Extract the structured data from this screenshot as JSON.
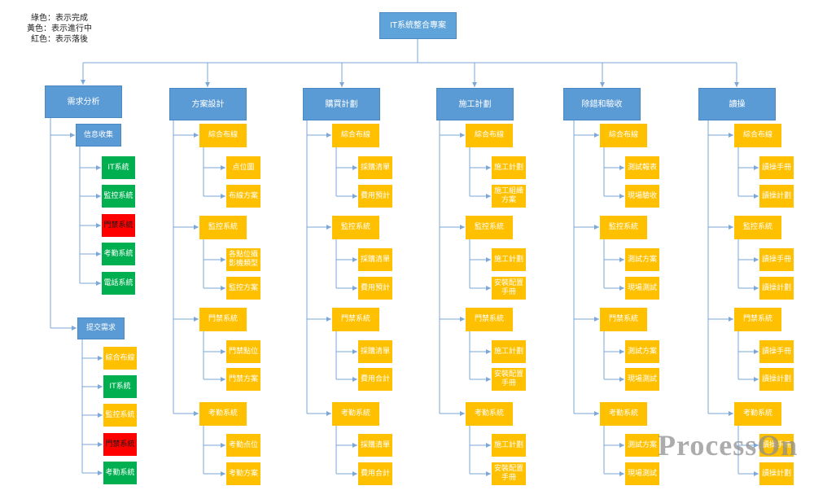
{
  "legend": {
    "done": "綠色：表示完成",
    "in_progress": "黃色：表示進行中",
    "late": "紅色：表示落後"
  },
  "colors": {
    "done": "#00B050",
    "in_progress": "#FFC000",
    "late": "#FF0000",
    "node": "#5B9BD5",
    "connector": "#7BA7D9"
  },
  "root": {
    "label": "IT系統整合專案",
    "fill": "#5EA3DA"
  },
  "branches": [
    {
      "label": "需求分析",
      "fill": "#5B9BD5",
      "groups": [
        {
          "label": "信息收集",
          "fill": "#5B9BD5",
          "items": [
            {
              "label": "IT系統",
              "fill": "#00B050"
            },
            {
              "label": "監控系統",
              "fill": "#00B050"
            },
            {
              "label": "門禁系統",
              "fill": "#FF0000"
            },
            {
              "label": "考勤系統",
              "fill": "#00B050"
            },
            {
              "label": "電話系統",
              "fill": "#00B050"
            }
          ]
        },
        {
          "label": "提交需求",
          "fill": "#5B9BD5",
          "items": [
            {
              "label": "綜合布線",
              "fill": "#FFC000"
            },
            {
              "label": "IT系統",
              "fill": "#00B050"
            },
            {
              "label": "監控系統",
              "fill": "#FFC000"
            },
            {
              "label": "門禁系統",
              "fill": "#FF0000"
            },
            {
              "label": "考勤系統",
              "fill": "#00B050"
            }
          ]
        }
      ]
    },
    {
      "label": "方案設計",
      "fill": "#5B9BD5",
      "groups": [
        {
          "label": "綜合布線",
          "fill": "#FFC000",
          "items": [
            {
              "label": "点位圖",
              "fill": "#FFC000"
            },
            {
              "label": "布線方案",
              "fill": "#FFC000"
            }
          ]
        },
        {
          "label": "監控系統",
          "fill": "#FFC000",
          "items": [
            {
              "label": "各點位攝影機類型",
              "fill": "#FFC000"
            },
            {
              "label": "監控方案",
              "fill": "#FFC000"
            }
          ]
        },
        {
          "label": "門禁系統",
          "fill": "#FFC000",
          "items": [
            {
              "label": "門禁點位",
              "fill": "#FFC000"
            },
            {
              "label": "門禁方案",
              "fill": "#FFC000"
            }
          ]
        },
        {
          "label": "考勤系統",
          "fill": "#FFC000",
          "items": [
            {
              "label": "考勤点位",
              "fill": "#FFC000"
            },
            {
              "label": "考勤方案",
              "fill": "#FFC000"
            }
          ]
        }
      ]
    },
    {
      "label": "購買計劃",
      "fill": "#5B9BD5",
      "groups": [
        {
          "label": "綜合布線",
          "fill": "#FFC000",
          "items": [
            {
              "label": "採購清單",
              "fill": "#FFC000"
            },
            {
              "label": "費用預計",
              "fill": "#FFC000"
            }
          ]
        },
        {
          "label": "監控系統",
          "fill": "#FFC000",
          "items": [
            {
              "label": "採購清單",
              "fill": "#FFC000"
            },
            {
              "label": "費用預計",
              "fill": "#FFC000"
            }
          ]
        },
        {
          "label": "門禁系統",
          "fill": "#FFC000",
          "items": [
            {
              "label": "採購清單",
              "fill": "#FFC000"
            },
            {
              "label": "費用合計",
              "fill": "#FFC000"
            }
          ]
        },
        {
          "label": "考勤系統",
          "fill": "#FFC000",
          "items": [
            {
              "label": "採購清單",
              "fill": "#FFC000"
            },
            {
              "label": "費用合計",
              "fill": "#FFC000"
            }
          ]
        }
      ]
    },
    {
      "label": "施工計劃",
      "fill": "#5B9BD5",
      "groups": [
        {
          "label": "綜合布線",
          "fill": "#FFC000",
          "items": [
            {
              "label": "施工計劃",
              "fill": "#FFC000"
            },
            {
              "label": "施工組織方案",
              "fill": "#FFC000"
            }
          ]
        },
        {
          "label": "監控系統",
          "fill": "#FFC000",
          "items": [
            {
              "label": "施工計劃",
              "fill": "#FFC000"
            },
            {
              "label": "安裝配置手冊",
              "fill": "#FFC000"
            }
          ]
        },
        {
          "label": "門禁系統",
          "fill": "#FFC000",
          "items": [
            {
              "label": "施工計劃",
              "fill": "#FFC000"
            },
            {
              "label": "安裝配置手冊",
              "fill": "#FFC000"
            }
          ]
        },
        {
          "label": "考勤系統",
          "fill": "#FFC000",
          "items": [
            {
              "label": "施工計劃",
              "fill": "#FFC000"
            },
            {
              "label": "安裝配置手冊",
              "fill": "#FFC000"
            }
          ]
        }
      ]
    },
    {
      "label": "除錯和驗收",
      "fill": "#5B9BD5",
      "groups": [
        {
          "label": "綜合布線",
          "fill": "#FFC000",
          "items": [
            {
              "label": "測試報表",
              "fill": "#FFC000"
            },
            {
              "label": "現場驗收",
              "fill": "#FFC000"
            }
          ]
        },
        {
          "label": "監控系統",
          "fill": "#FFC000",
          "items": [
            {
              "label": "測試方案",
              "fill": "#FFC000"
            },
            {
              "label": "現場測試",
              "fill": "#FFC000"
            }
          ]
        },
        {
          "label": "門禁系統",
          "fill": "#FFC000",
          "items": [
            {
              "label": "測試方案",
              "fill": "#FFC000"
            },
            {
              "label": "現場測試",
              "fill": "#FFC000"
            }
          ]
        },
        {
          "label": "考勤系統",
          "fill": "#FFC000",
          "items": [
            {
              "label": "測試方案",
              "fill": "#FFC000"
            },
            {
              "label": "現場測試",
              "fill": "#FFC000"
            }
          ]
        }
      ]
    },
    {
      "label": "讀操",
      "fill": "#5B9BD5",
      "groups": [
        {
          "label": "綜合布線",
          "fill": "#FFC000",
          "items": [
            {
              "label": "讀操手冊",
              "fill": "#FFC000"
            },
            {
              "label": "讀操計劃",
              "fill": "#FFC000"
            }
          ]
        },
        {
          "label": "監控系統",
          "fill": "#FFC000",
          "items": [
            {
              "label": "讀操手冊",
              "fill": "#FFC000"
            },
            {
              "label": "讀操計劃",
              "fill": "#FFC000"
            }
          ]
        },
        {
          "label": "門禁系統",
          "fill": "#FFC000",
          "items": [
            {
              "label": "讀操手冊",
              "fill": "#FFC000"
            },
            {
              "label": "讀操計劃",
              "fill": "#FFC000"
            }
          ]
        },
        {
          "label": "考勤系統",
          "fill": "#FFC000",
          "items": [
            {
              "label": "讀操手冊",
              "fill": "#FFC000"
            },
            {
              "label": "讀操計劃",
              "fill": "#FFC000"
            }
          ]
        }
      ]
    }
  ],
  "watermark": "ProcessOn"
}
